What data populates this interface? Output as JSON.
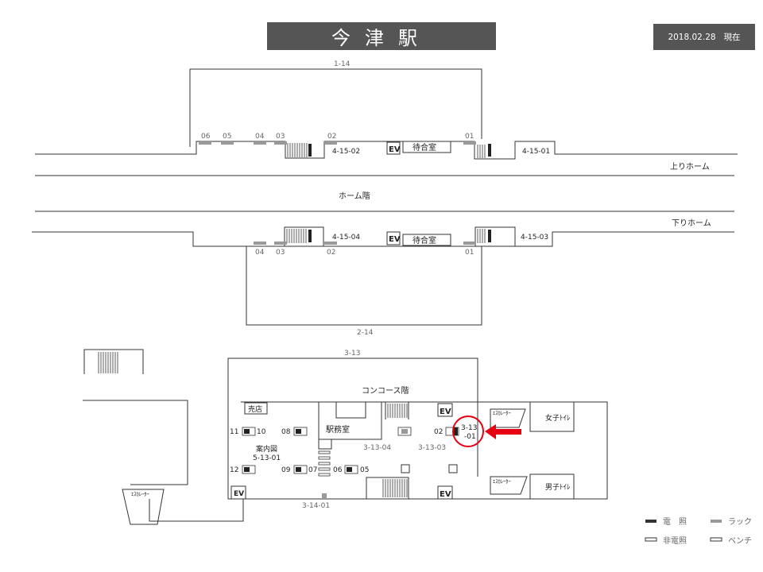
{
  "station": {
    "name": "今津駅"
  },
  "as_of": {
    "date": "2018.02.28",
    "suffix": "現在"
  },
  "floors": {
    "platform": "ホーム階",
    "up_platform": "上りホーム",
    "down_platform": "下りホーム",
    "concourse": "コンコース階"
  },
  "areas": {
    "up_area": "1-14",
    "down_area": "2-14",
    "concourse_area": "3-13"
  },
  "up_platform": {
    "racks": [
      "06",
      "05",
      "04",
      "03",
      "02",
      "01"
    ],
    "stairs": [
      "4-15-02",
      "4-15-01"
    ],
    "ev": "EV",
    "waiting_room": "待合室"
  },
  "down_platform": {
    "racks": [
      "04",
      "03",
      "02",
      "01"
    ],
    "stairs": [
      "4-15-04",
      "4-15-03"
    ],
    "ev": "EV",
    "waiting_room": "待合室"
  },
  "concourse": {
    "kiosk": "売店",
    "station_office": "駅務室",
    "info_board_label": "案内図",
    "info_board_id": "5-13-01",
    "ev_upper": "EV",
    "ev_lower_left": "EV",
    "ev_lower_right": "EV",
    "escalator_left": "ｴｽｶﾚｰﾀｰ",
    "escalator_top": "ｴｽｶﾚｰﾀｰ",
    "escalator_bottom": "ｴｽｶﾚｰﾀｰ",
    "womens_toilet": "女子ﾄｲﾚ",
    "mens_toilet": "男子ﾄｲﾚ",
    "light_nums": [
      "11",
      "10",
      "08",
      "12",
      "09",
      "07",
      "06",
      "05",
      "02"
    ],
    "sub_ids": [
      "3-13-04",
      "3-13-03",
      "3-14-01"
    ],
    "highlight": {
      "line1": "3-13",
      "line2": "-01"
    }
  },
  "legend": {
    "lit": "電　照",
    "rack": "ラック",
    "unlit": "非電照",
    "bench": "ベンチ"
  },
  "colors": {
    "header_bg": "#555555",
    "highlight": "#e60012",
    "line": "#333333",
    "rack": "#999999"
  }
}
